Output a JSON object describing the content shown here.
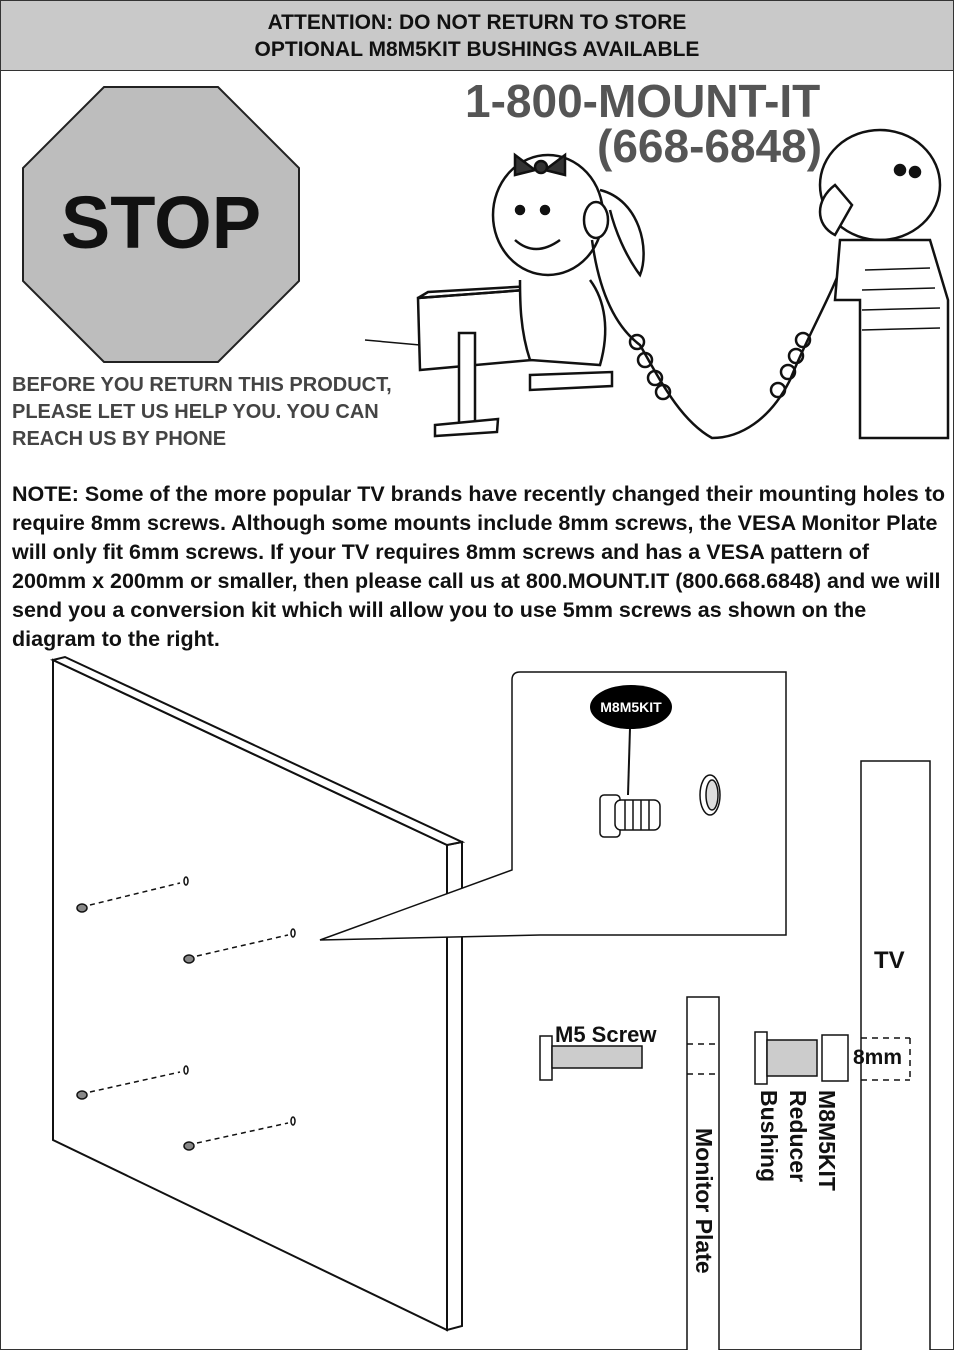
{
  "banner": {
    "line1": "ATTENTION: DO NOT RETURN TO STORE",
    "line2": "OPTIONAL M8M5KIT BUSHINGS AVAILABLE"
  },
  "stop_sign": {
    "text": "STOP"
  },
  "phone": {
    "line1": "1-800-MOUNT-IT",
    "line2": "(668-6848)"
  },
  "before_text": "BEFORE YOU RETURN THIS PRODUCT, PLEASE LET US HELP YOU.  YOU CAN REACH US BY PHONE",
  "note_text": "NOTE: Some of the more popular TV brands have recently changed their mounting holes to require 8mm screws. Although some mounts include 8mm screws, the VESA Monitor Plate will only fit 6mm screws. If your TV requires 8mm screws and has a VESA pattern of 200mm x 200mm or smaller, then please call us at 800.MOUNT.IT (800.668.6848) and we will send you a conversion kit which will allow you to use 5mm screws as shown on the diagram to the right.",
  "diagram": {
    "kit_badge": "M8M5KIT",
    "tv_label": "TV",
    "m5_screw_label": "M5 Screw",
    "size_label": "8mm",
    "bushing_label": [
      "M8M5KIT",
      "Reducer",
      "Bushing"
    ],
    "monitor_plate_label": "Monitor Plate"
  },
  "colors": {
    "banner_bg": "#c9c9c9",
    "stop_fill": "#bdbdbd",
    "phone_text": "#555555",
    "badge_bg": "#000000"
  }
}
